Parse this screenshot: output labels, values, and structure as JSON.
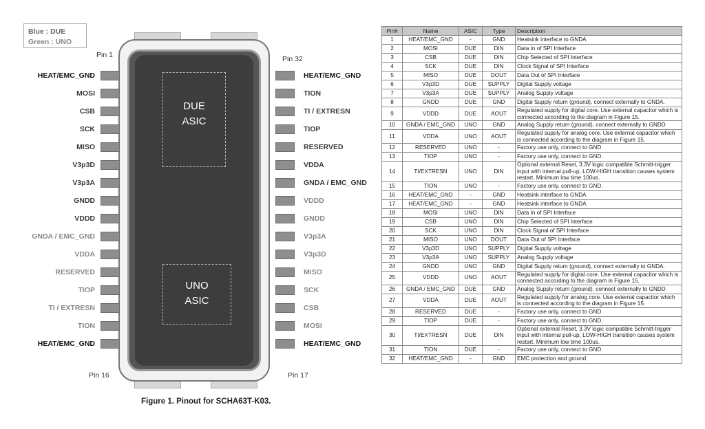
{
  "legend": {
    "due": "Blue : DUE",
    "uno": "Green : UNO"
  },
  "corners": {
    "pin1": "Pin 1",
    "pin32": "Pin 32",
    "pin16": "Pin 16",
    "pin17": "Pin 17"
  },
  "asics": {
    "due": [
      "DUE",
      "ASIC"
    ],
    "uno": [
      "UNO",
      "ASIC"
    ]
  },
  "left_pins": [
    {
      "label": "HEAT/EMC_GND",
      "group": "gnd"
    },
    {
      "label": "MOSI",
      "group": "due"
    },
    {
      "label": "CSB",
      "group": "due"
    },
    {
      "label": "SCK",
      "group": "due"
    },
    {
      "label": "MISO",
      "group": "due"
    },
    {
      "label": "V3p3D",
      "group": "due"
    },
    {
      "label": "V3p3A",
      "group": "due"
    },
    {
      "label": "GNDD",
      "group": "due"
    },
    {
      "label": "VDDD",
      "group": "due"
    },
    {
      "label": "GNDA / EMC_GND",
      "group": "uno"
    },
    {
      "label": "VDDA",
      "group": "uno"
    },
    {
      "label": "RESERVED",
      "group": "uno"
    },
    {
      "label": "TIOP",
      "group": "uno"
    },
    {
      "label": "TI / EXTRESN",
      "group": "uno"
    },
    {
      "label": "TION",
      "group": "uno"
    },
    {
      "label": "HEAT/EMC_GND",
      "group": "gnd"
    }
  ],
  "right_pins": [
    {
      "label": "HEAT/EMC_GND",
      "group": "gnd"
    },
    {
      "label": "TION",
      "group": "due"
    },
    {
      "label": "TI / EXTRESN",
      "group": "due"
    },
    {
      "label": "TIOP",
      "group": "due"
    },
    {
      "label": "RESERVED",
      "group": "due"
    },
    {
      "label": "VDDA",
      "group": "due"
    },
    {
      "label": "GNDA / EMC_GND",
      "group": "due"
    },
    {
      "label": "VDDD",
      "group": "uno"
    },
    {
      "label": "GNDD",
      "group": "uno"
    },
    {
      "label": "V3p3A",
      "group": "uno"
    },
    {
      "label": "V3p3D",
      "group": "uno"
    },
    {
      "label": "MISO",
      "group": "uno"
    },
    {
      "label": "SCK",
      "group": "uno"
    },
    {
      "label": "CSB",
      "group": "uno"
    },
    {
      "label": "MOSI",
      "group": "uno"
    },
    {
      "label": "HEAT/EMC_GND",
      "group": "gnd"
    }
  ],
  "caption": "Figure 1. Pinout for SCHA63T-K03.",
  "colors": {
    "due": "#3a3a3a",
    "uno": "#8a8a8a",
    "gnd": "#111111",
    "chip": "#3d3d3d"
  },
  "table": {
    "headers": [
      "Pin#",
      "Name",
      "ASIC",
      "Type",
      "Description"
    ],
    "rows": [
      [
        "1",
        "HEAT/EMC_GND",
        "-",
        "GND",
        "Heatsink interface to GNDA"
      ],
      [
        "2",
        "MOSI",
        "DUE",
        "DIN",
        "Data In of SPI Interface"
      ],
      [
        "3",
        "CSB",
        "DUE",
        "DIN",
        "Chip Selected of SPI Interface"
      ],
      [
        "4",
        "SCK",
        "DUE",
        "DIN",
        "Clock Signal of SPI Interface"
      ],
      [
        "5",
        "MISO",
        "DUE",
        "DOUT",
        "Data Out of SPI Interface"
      ],
      [
        "6",
        "V3p3D",
        "DUE",
        "SUPPLY",
        "Digital Supply voltage"
      ],
      [
        "7",
        "V3p3A",
        "DUE",
        "SUPPLY",
        "Analog Supply voltage"
      ],
      [
        "8",
        "GNDD",
        "DUE",
        "GND",
        "Digital Supply return (ground), connect externally to GNDA."
      ],
      [
        "9",
        "VDDD",
        "DUE",
        "AOUT",
        "Regulated supply for digital core. Use external capacitor which is connected according to the diagram in Figure 15."
      ],
      [
        "10",
        "GNDA / EMC_GND",
        "UNO",
        "GND",
        "Analog Supply return (ground), connect externally to GNDD"
      ],
      [
        "11",
        "VDDA",
        "UNO",
        "AOUT",
        "Regulated supply for analog core. Use external capacitor which is connected according to the diagram in Figure 15."
      ],
      [
        "12",
        "RESERVED",
        "UNO",
        "-",
        "Factory use only, connect to GND"
      ],
      [
        "13",
        "TIOP",
        "UNO",
        "-",
        "Factory use only, connect to GND."
      ],
      [
        "14",
        "TI/EXTRESN",
        "UNO",
        "DIN",
        "Optional external Reset, 3.3V logic compatible Schmitt-trigger input with internal pull-up, LOW-HIGH transition causes system restart. Minimum low time 100us."
      ],
      [
        "15",
        "TION",
        "UNO",
        "-",
        "Factory use only, connect to GND."
      ],
      [
        "16",
        "HEAT/EMC_GND",
        "-",
        "GND",
        "Heatsink interface to GNDA"
      ],
      [
        "17",
        "HEAT/EMC_GND",
        "-",
        "GND",
        "Heatsink interface to GNDA"
      ],
      [
        "18",
        "MOSI",
        "UNO",
        "DIN",
        "Data In of SPI Interface"
      ],
      [
        "19",
        "CSB",
        "UNO",
        "DIN",
        "Chip Selected of SPI Interface"
      ],
      [
        "20",
        "SCK",
        "UNO",
        "DIN",
        "Clock Signal of SPI Interface"
      ],
      [
        "21",
        "MISO",
        "UNO",
        "DOUT",
        "Data Out of SPI Interface"
      ],
      [
        "22",
        "V3p3D",
        "UNO",
        "SUPPLY",
        "Digital Supply voltage"
      ],
      [
        "23",
        "V3p3A",
        "UNO",
        "SUPPLY",
        "Analog Supply voltage"
      ],
      [
        "24",
        "GNDD",
        "UNO",
        "GND",
        "Digital Supply return (ground), connect externally to GNDA."
      ],
      [
        "25",
        "VDDD",
        "UNO",
        "AOUT",
        "Regulated supply for digital core. Use external capacitor which is connected according to the diagram in Figure 15."
      ],
      [
        "26",
        "GNDA / EMC_GND",
        "DUE",
        "GND",
        "Analog Supply return (ground), connect externally to GNDD"
      ],
      [
        "27",
        "VDDA",
        "DUE",
        "AOUT",
        "Regulated supply for analog core. Use external capacitor which is connected according to the diagram in Figure 15."
      ],
      [
        "28",
        "RESERVED",
        "DUE",
        "-",
        "Factory use only, connect to GND"
      ],
      [
        "29",
        "TIOP",
        "DUE",
        "-",
        "Factory use only, connect to GND."
      ],
      [
        "30",
        "TI/EXTRESN",
        "DUE",
        "DIN",
        "Optional external Reset, 3.3V logic compatible Schmitt-trigger input with internal pull-up, LOW-HIGH transition causes system restart. Minimum low time 100us."
      ],
      [
        "31",
        "TION",
        "DUE",
        "-",
        "Factory use only, connect to GND."
      ],
      [
        "32",
        "HEAT/EMC_GND",
        "-",
        "GND",
        "EMC protection and ground"
      ]
    ]
  }
}
